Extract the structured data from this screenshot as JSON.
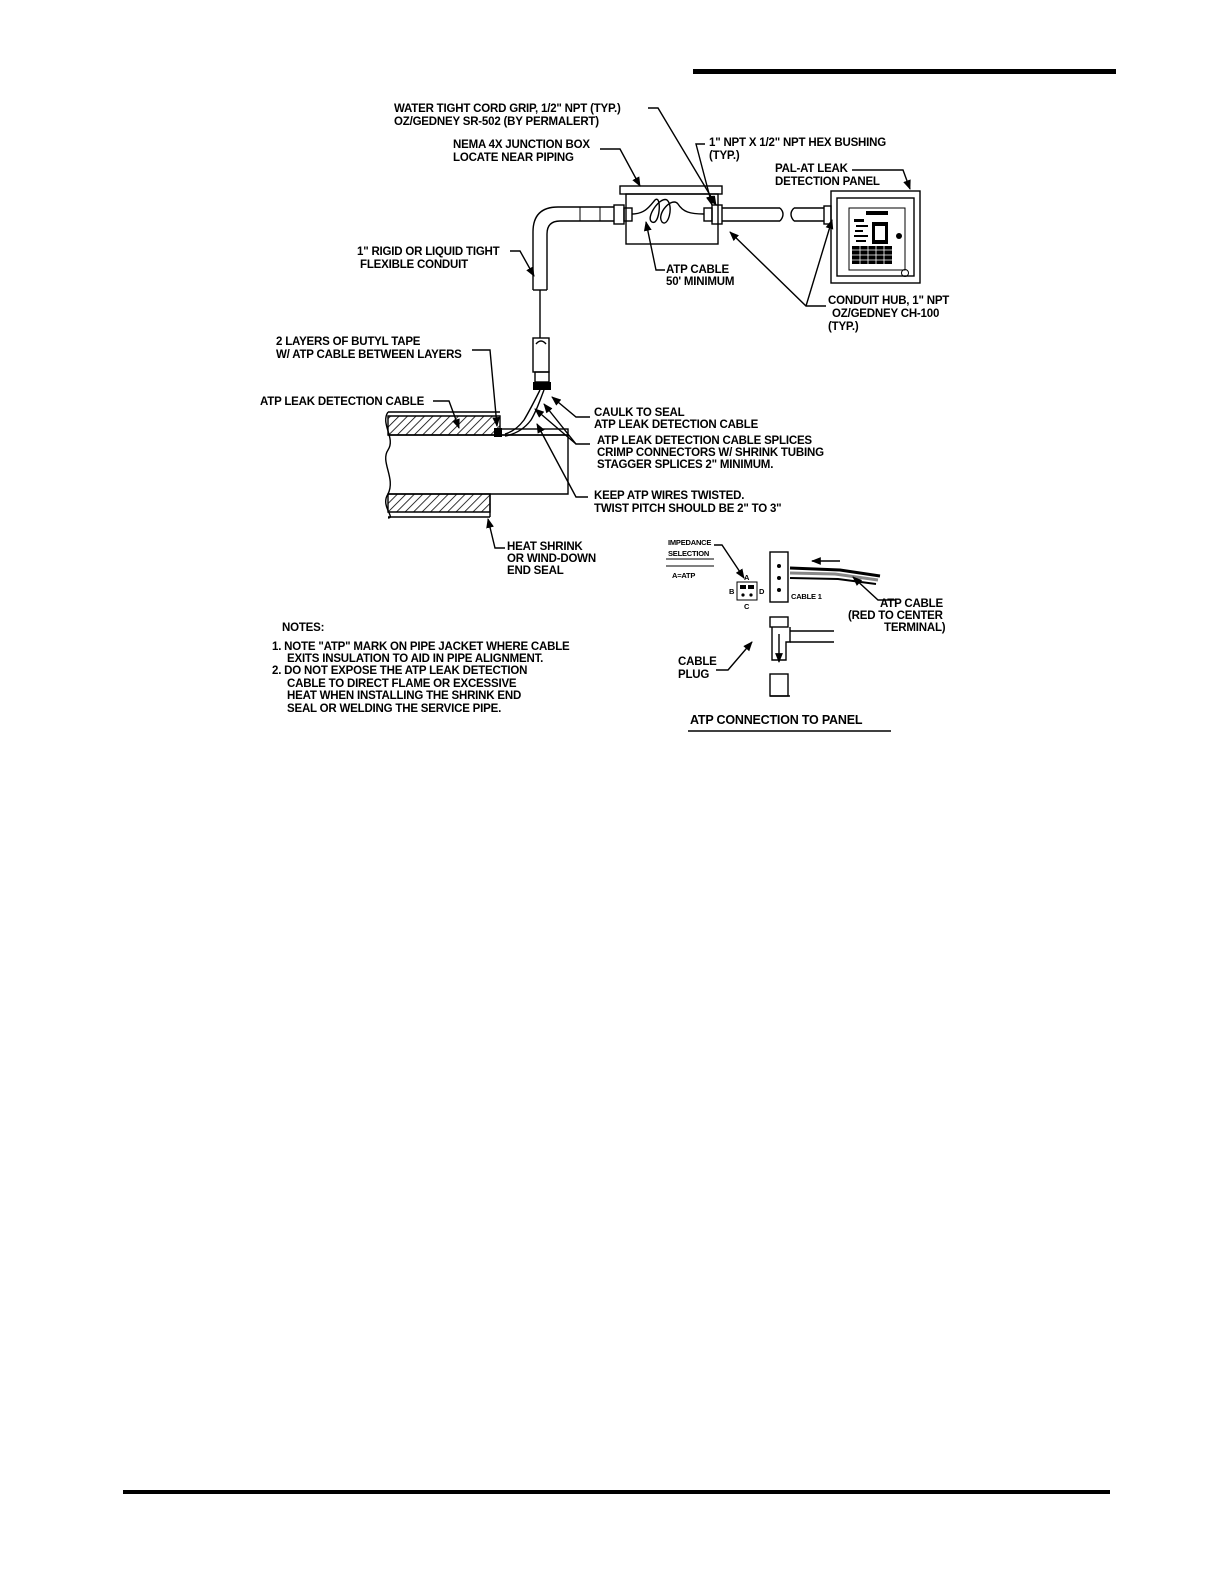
{
  "labels": {
    "cord_grip_1": "WATER TIGHT CORD GRIP, 1/2\" NPT (TYP.)",
    "cord_grip_2": "OZ/GEDNEY SR-502 (BY PERMALERT)",
    "junction_box_1": "NEMA 4X JUNCTION BOX",
    "junction_box_2": "LOCATE NEAR PIPING",
    "hex_bushing_1": "1\" NPT X 1/2\" NPT HEX BUSHING",
    "hex_bushing_2": "(TYP.)",
    "panel_1": "PAL-AT LEAK",
    "panel_2": "DETECTION PANEL",
    "conduit_1": "1\" RIGID OR LIQUID TIGHT",
    "conduit_2": "FLEXIBLE CONDUIT",
    "atp_cable_min_1": "ATP CABLE",
    "atp_cable_min_2": "50' MINIMUM",
    "conduit_hub_1": "CONDUIT HUB, 1\" NPT",
    "conduit_hub_2": "OZ/GEDNEY CH-100",
    "conduit_hub_3": "(TYP.)",
    "butyl_1": "2 LAYERS OF BUTYL TAPE",
    "butyl_2": "W/ ATP CABLE BETWEEN LAYERS",
    "leak_cable": "ATP LEAK DETECTION CABLE",
    "caulk_1": "CAULK TO SEAL",
    "caulk_2": "ATP LEAK DETECTION CABLE",
    "splices_1": "ATP LEAK DETECTION CABLE SPLICES",
    "splices_2": "CRIMP CONNECTORS W/ SHRINK TUBING",
    "splices_3": "STAGGER SPLICES 2\" MINIMUM.",
    "twist_1": "KEEP ATP WIRES TWISTED.",
    "twist_2": "TWIST PITCH SHOULD BE 2\" TO 3\"",
    "heat_shrink_1": "HEAT SHRINK",
    "heat_shrink_2": "OR WIND-DOWN",
    "heat_shrink_3": "END SEAL"
  },
  "notes": {
    "heading": "NOTES:",
    "n1_1": "1. NOTE \"ATP\" MARK ON PIPE JACKET WHERE CABLE",
    "n1_2": "EXITS INSULATION TO AID IN PIPE ALIGNMENT.",
    "n2_1": "2. DO NOT EXPOSE THE ATP LEAK DETECTION",
    "n2_2": "CABLE TO DIRECT FLAME OR EXCESSIVE",
    "n2_3": "HEAT WHEN INSTALLING THE SHRINK END",
    "n2_4": "SEAL OR WELDING THE SERVICE PIPE."
  },
  "inset": {
    "impedance_1": "IMPEDANCE",
    "impedance_2": "SELECTION",
    "impedance_3": "A=ATP",
    "pin_a": "A",
    "pin_b": "B",
    "pin_c": "C",
    "pin_d": "D",
    "cable_1": "CABLE 1",
    "atp_cable_1": "ATP CABLE",
    "atp_cable_2": "(RED TO CENTER",
    "atp_cable_3": "TERMINAL)",
    "cable_plug_1": "CABLE",
    "cable_plug_2": "PLUG",
    "title": "ATP CONNECTION TO PANEL"
  }
}
